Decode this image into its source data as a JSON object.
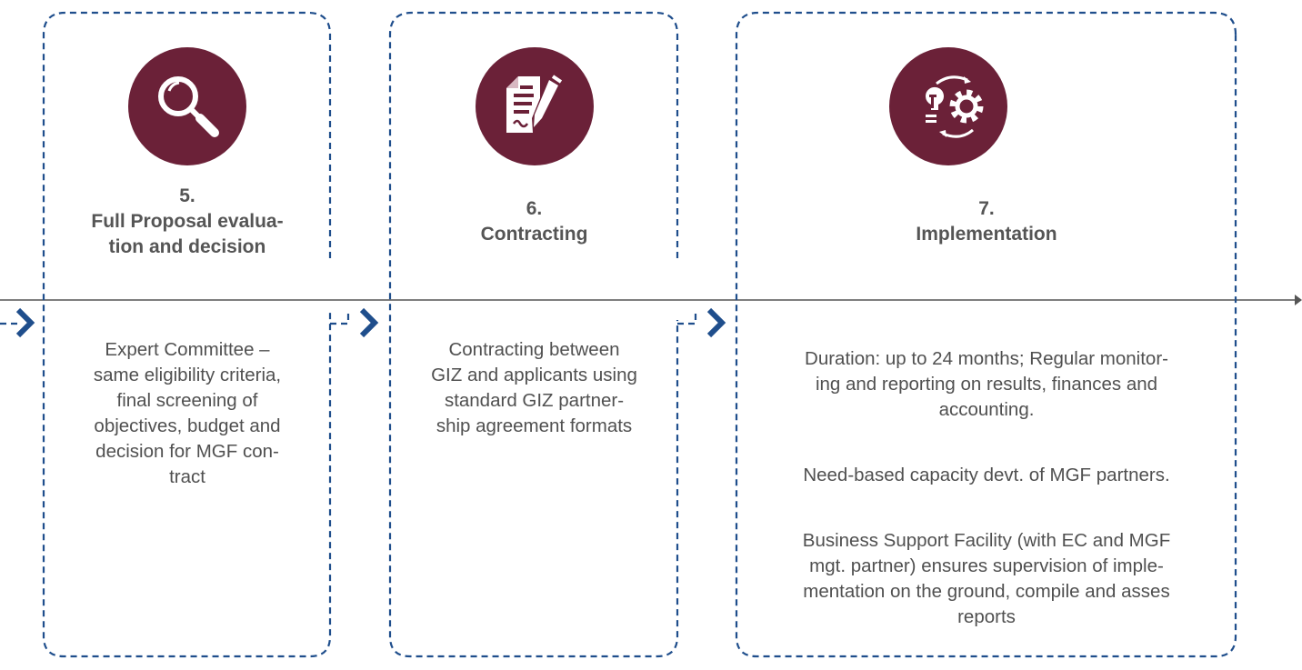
{
  "colors": {
    "box_border": "#1f4e8c",
    "icon_circle": "#6b2138",
    "arrow": "#1f4e8c",
    "timeline": "#555555",
    "text": "#505050"
  },
  "steps": [
    {
      "number": "5.",
      "title_lines": [
        "Full Proposal evalua-",
        "tion and decision"
      ],
      "icon": "magnifier-icon",
      "description": [
        "Expert Committee –\nsame eligibility criteria,\nfinal screening of\nobjectives, budget and\ndecision for MGF con-\ntract"
      ]
    },
    {
      "number": "6.",
      "title_lines": [
        "Contracting"
      ],
      "icon": "contract-signing-icon",
      "description": [
        "Contracting between\nGIZ and applicants using\nstandard GIZ partner-\nship agreement formats"
      ]
    },
    {
      "number": "7.",
      "title_lines": [
        "Implementation"
      ],
      "icon": "idea-gear-cycle-icon",
      "description": [
        "Duration: up to 24 months; Regular monitor-\ning and reporting on results, finances and\naccounting.",
        "Need-based capacity devt. of MGF partners.",
        "Business Support Facility (with EC and MGF\nmgt. partner) ensures supervision of imple-\nmentation on the ground, compile and asses\nreports"
      ]
    }
  ]
}
